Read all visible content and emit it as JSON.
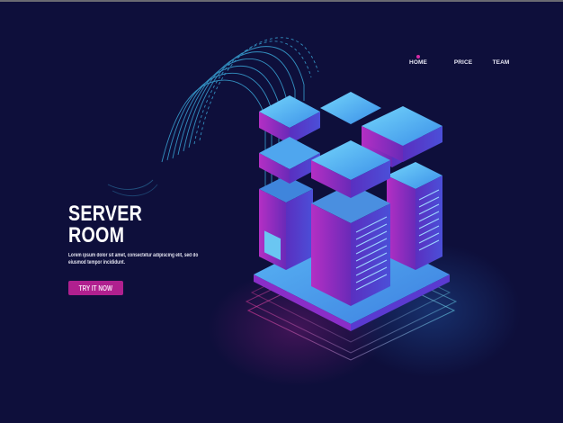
{
  "nav": {
    "items": [
      {
        "label": "HOME",
        "active": true
      },
      {
        "label": "PRICE",
        "active": false
      },
      {
        "label": "TEAM",
        "active": false
      }
    ],
    "active_indicator_color": "#d52aa5"
  },
  "hero": {
    "title_line1": "SERVER",
    "title_line2": "ROOM",
    "description": "Lorem ipsum dolor sit amet, consectetur adipiscing elit, sed do eiusmod tempor incididunt.",
    "cta_label": "TRY IT NOW"
  },
  "illustration": {
    "subject": "isometric server rack cluster",
    "elements": [
      "server-towers",
      "floating-server-blocks",
      "data-wave-lines",
      "glowing-base-platform",
      "monitor-screen"
    ]
  },
  "colors": {
    "background": "#0e0f3b",
    "accent_pink": "#b0208f",
    "server_top_blue": "#5cc6f5",
    "server_side_purple": "#7a2fd0",
    "wave_line_cyan": "#3aa6d8"
  }
}
